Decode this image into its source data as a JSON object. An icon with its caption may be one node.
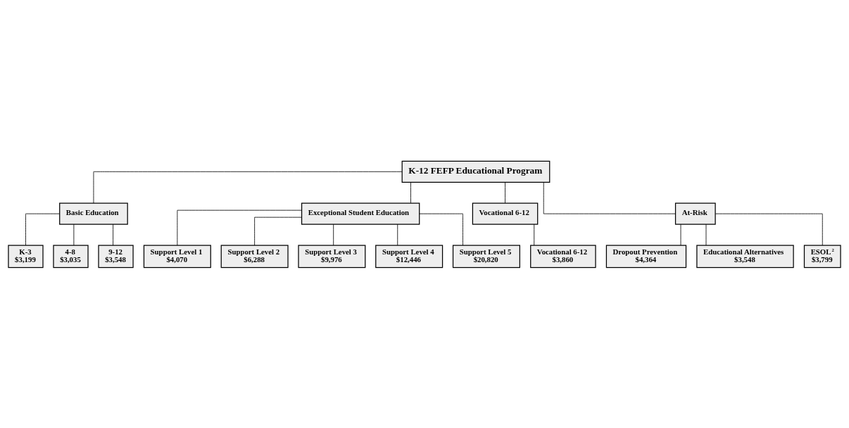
{
  "diagram": {
    "nodes": [
      {
        "text": [
          "K-12 FEFP Educational Program"
        ]
      },
      {
        "text": [
          "Basic Education"
        ]
      },
      {
        "text": [
          "Exceptional Student Education"
        ]
      },
      {
        "text": [
          "Vocational 6-12"
        ]
      },
      {
        "text": [
          "At-Risk"
        ]
      },
      {
        "text": [
          "K-3",
          "$3,199"
        ]
      },
      {
        "text": [
          "4-8",
          "$3,035"
        ]
      },
      {
        "text": [
          "9-12",
          "$3,548"
        ]
      },
      {
        "text": [
          "Support Level 1",
          "$4,070"
        ]
      },
      {
        "text": [
          "Support Level 2",
          "$6,288"
        ]
      },
      {
        "text": [
          "Support Level 3",
          "$9,976"
        ]
      },
      {
        "text": [
          "Support Level 4",
          "$12,446"
        ]
      },
      {
        "text": [
          "Support Level 5",
          "$20,820"
        ]
      },
      {
        "text": [
          "Vocational 6-12",
          "$3,860"
        ]
      },
      {
        "text": [
          "Dropout Prevention",
          "$4,364"
        ]
      },
      {
        "text": [
          "Educational Alternatives",
          "$3,548"
        ]
      },
      {
        "text": [
          "ESOL$^{2}$",
          "$3,799"
        ]
      }
    ],
    "edges": [
      {
        "from": 0,
        "to": 1,
        "arrow": "none"
      },
      {
        "from": 0,
        "to": 2,
        "arrow": "none"
      },
      {
        "from": 0,
        "to": 3,
        "arrow": "none"
      },
      {
        "from": 0,
        "to": 4,
        "arrow": "none"
      },
      {
        "from": 1,
        "to": 5,
        "arrow": "none"
      },
      {
        "from": 1,
        "to": 6,
        "arrow": "none"
      },
      {
        "from": 1,
        "to": 7,
        "arrow": "none"
      },
      {
        "from": 2,
        "to": 8,
        "arrow": "none"
      },
      {
        "from": 2,
        "to": 9,
        "arrow": "none"
      },
      {
        "from": 2,
        "to": 10,
        "arrow": "none"
      },
      {
        "from": 2,
        "to": 11,
        "arrow": "none"
      },
      {
        "from": 2,
        "to": 12,
        "arrow": "none"
      },
      {
        "from": 3,
        "to": 13,
        "arrow": "none"
      },
      {
        "from": 4,
        "to": 14,
        "arrow": "none"
      },
      {
        "from": 4,
        "to": 15,
        "arrow": "none"
      },
      {
        "from": 4,
        "to": 16,
        "arrow": "none"
      }
    ]
  }
}
